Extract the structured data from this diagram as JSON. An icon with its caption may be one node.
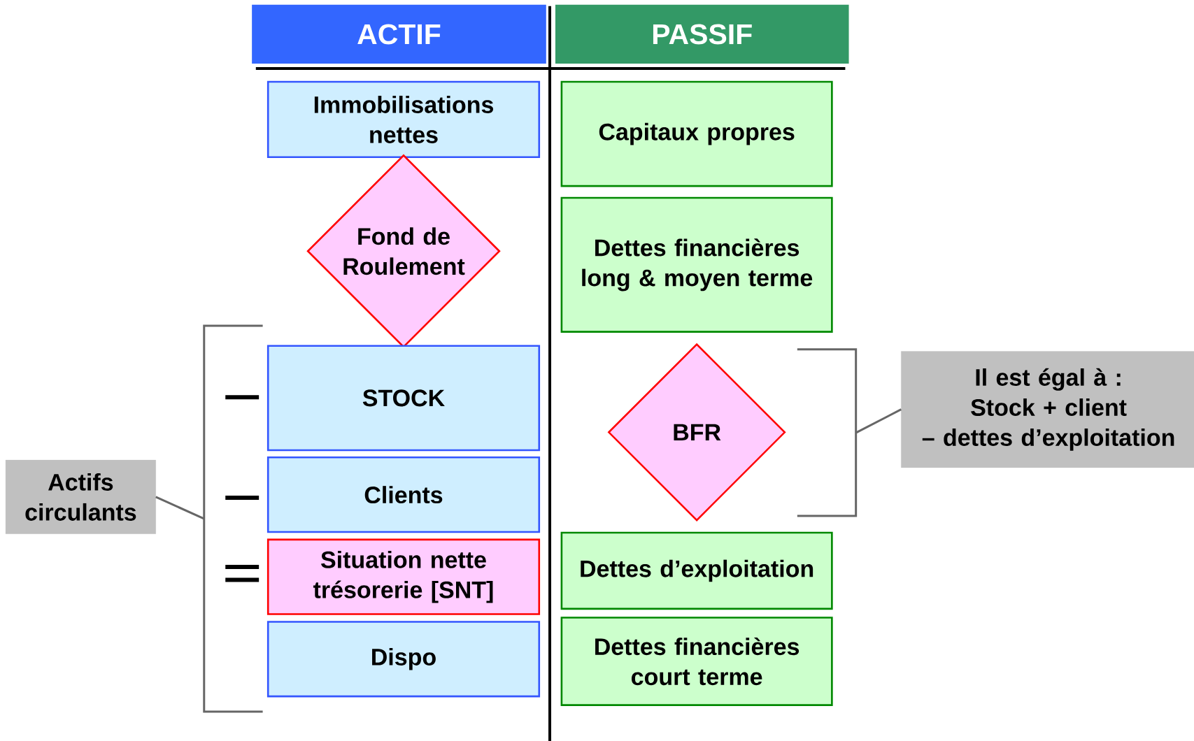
{
  "diagram": {
    "nodes": [
      {
        "text": [
          "ACTIF"
        ]
      },
      {
        "text": [
          "PASSIF"
        ]
      },
      {
        "text": [
          "Immobilisations nettes"
        ]
      },
      {
        "text": [
          "Fond de Roulement"
        ]
      },
      {
        "text": [
          "STOCK"
        ]
      },
      {
        "text": [
          "Clients"
        ]
      },
      {
        "text": [
          "Situation nette trésorerie [SNT]"
        ]
      },
      {
        "text": [
          "Dispo"
        ]
      },
      {
        "text": [
          "Capitaux propres"
        ]
      },
      {
        "text": [
          "Dettes financières long & moyen terme"
        ]
      },
      {
        "text": [
          "BFR"
        ]
      },
      {
        "text": [
          "Dettes d’exploitation"
        ]
      },
      {
        "text": [
          "Dettes financières court terme"
        ]
      },
      {
        "text": [
          "Actifs circulants"
        ]
      },
      {
        "text": [
          "Il est égal à :",
          "Stock + client",
          "– dettes d’exploitation"
        ]
      },
      {
        "text": [],
        "shape": "bracket"
      },
      {
        "text": [],
        "shape": "bracket"
      }
    ],
    "edges": [
      {
        "from": 13,
        "to": 15,
        "arrow": "none"
      },
      {
        "from": 14,
        "to": 16,
        "arrow": "none"
      }
    ]
  }
}
